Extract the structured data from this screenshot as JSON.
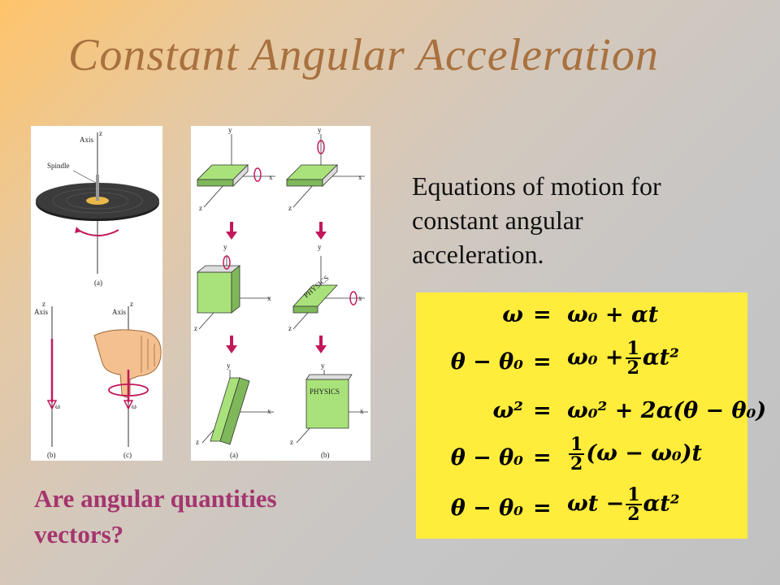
{
  "slide": {
    "title": "Constant Angular Acceleration",
    "intro_text": "Equations of motion for constant angular acceleration.",
    "question": "Are angular quantities vectors?"
  },
  "figure_left": {
    "labels": {
      "axis_top": "Axis",
      "spindle": "Spindle",
      "z_top": "z",
      "a": "(a)",
      "axis_b": "Axis",
      "axis_c": "Axis",
      "z_b": "z",
      "z_c": "z",
      "omega_b": "ω",
      "omega_c": "ω",
      "b": "(b)",
      "c": "(c)"
    }
  },
  "figure_right": {
    "labels": {
      "y": "y",
      "x": "x",
      "z": "z",
      "book_text": "PHYSICS",
      "a": "(a)",
      "b": "(b)"
    }
  },
  "equations": [
    {
      "lhs": "ω",
      "rhs_pre": "ω₀ + αt",
      "frac": null,
      "rhs_post": ""
    },
    {
      "lhs": "θ − θ₀",
      "rhs_pre": "ω₀ +",
      "frac": {
        "num": "1",
        "den": "2"
      },
      "rhs_post": "αt²"
    },
    {
      "lhs": "ω²",
      "rhs_pre": "ω₀² + 2α(θ − θ₀)",
      "frac": null,
      "rhs_post": ""
    },
    {
      "lhs": "θ − θ₀",
      "rhs_pre": "",
      "frac": {
        "num": "1",
        "den": "2"
      },
      "rhs_post": "(ω − ω₀)t"
    },
    {
      "lhs": "θ − θ₀",
      "rhs_pre": "ωt −",
      "frac": {
        "num": "1",
        "den": "2"
      },
      "rhs_post": "αt²"
    }
  ],
  "equals_sign": "=",
  "colors": {
    "title": "#a8713f",
    "question": "#a4356e",
    "equation_box": "#ffec3b",
    "book_green": "#a9e27a",
    "arrow_magenta": "#c2185b"
  }
}
